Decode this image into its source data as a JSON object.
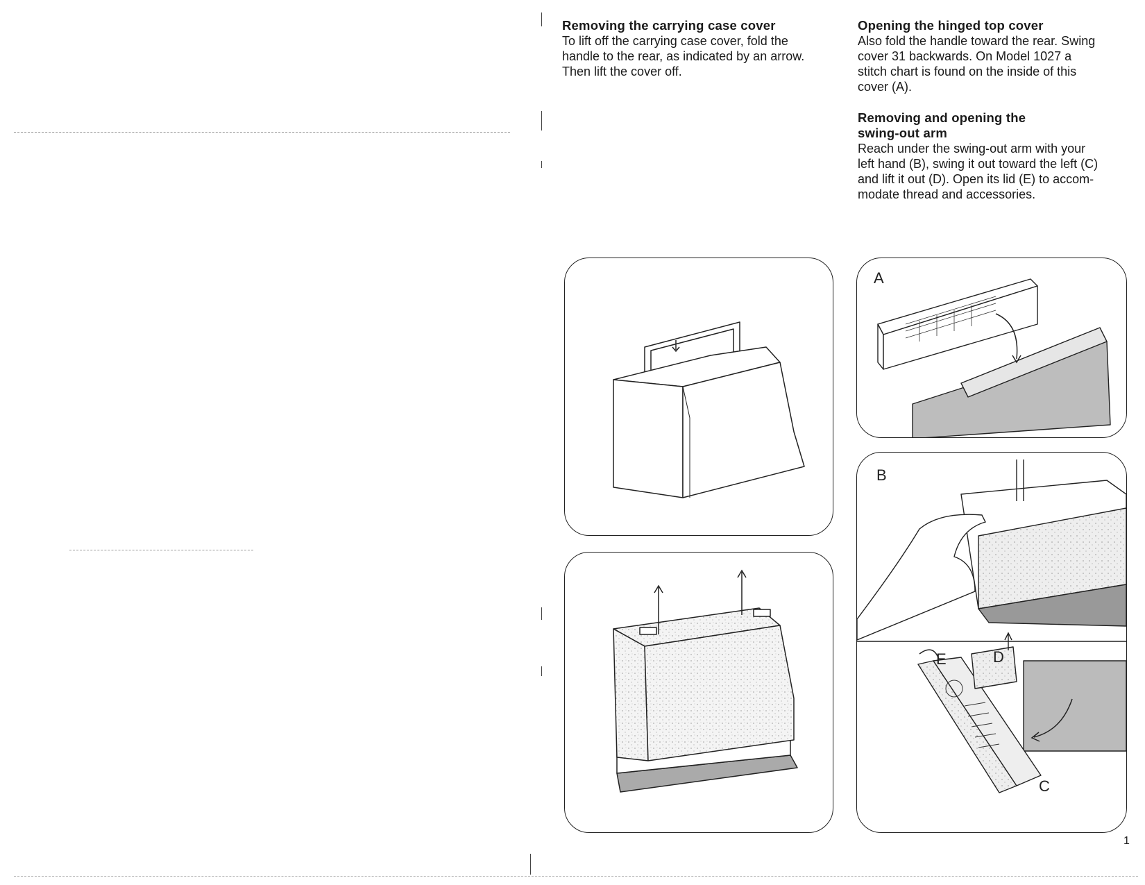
{
  "sections": [
    {
      "heading": "Removing the carrying case cover",
      "lines": [
        "To lift off the carrying case cover, fold the",
        "handle to the rear, as indicated by an arrow.",
        "Then lift the cover off."
      ]
    },
    {
      "heading": "Opening the hinged top cover",
      "lines": [
        "Also fold the handle toward the rear. Swing",
        "cover 31 backwards. On Model 1027 a",
        "stitch chart is found on the inside of this",
        "cover (A)."
      ]
    },
    {
      "heading_lines": [
        "Removing and opening the",
        "swing-out arm"
      ],
      "lines": [
        "Reach under the swing-out arm with your",
        "left hand (B), swing it out toward the left (C)",
        "and lift it out (D). Open its lid (E) to accom-",
        "modate thread and accessories."
      ]
    }
  ],
  "figures": {
    "A": "A",
    "B": "B",
    "C": "C",
    "D": "D",
    "E": "E"
  },
  "page_number": "1"
}
